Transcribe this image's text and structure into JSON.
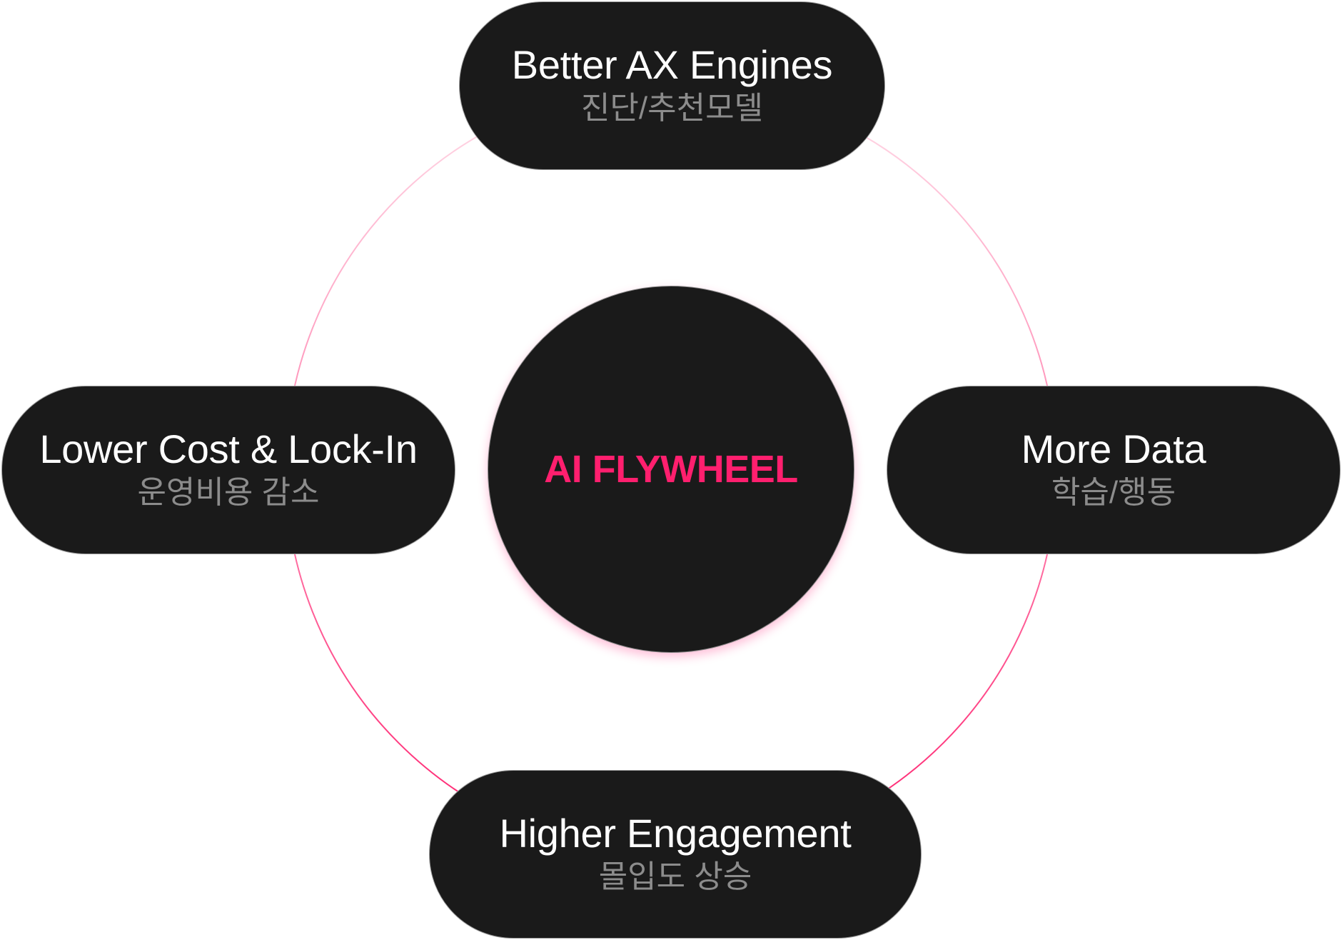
{
  "diagram": {
    "center": {
      "label": "AI FLYWHEEL"
    },
    "colors": {
      "accent": "#ff1f6e",
      "node_fill": "#1a1a1a",
      "node_title": "#ffffff",
      "node_subtitle": "#8c8c8c"
    },
    "nodes": [
      {
        "title": "Better AX Engines",
        "subtitle": "진단/추천모델"
      },
      {
        "title": "More Data",
        "subtitle": "학습/행동"
      },
      {
        "title": "Higher Engagement",
        "subtitle": "몰입도 상승"
      },
      {
        "title": "Lower Cost & Lock-In",
        "subtitle": "운영비용 감소"
      }
    ]
  }
}
